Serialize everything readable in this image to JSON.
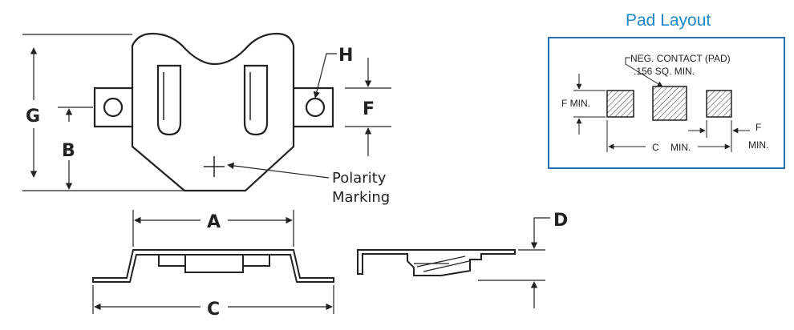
{
  "drawing": {
    "dim_labels": {
      "A": "A",
      "B": "B",
      "C": "C",
      "D": "D",
      "F": "F",
      "G": "G",
      "H": "H"
    },
    "polarity": {
      "line1": "Polarity",
      "line2": "Marking"
    }
  },
  "pad_layout": {
    "title": "Pad Layout",
    "neg_contact_line1": "NEG. CONTACT (PAD)",
    "neg_contact_line2": ".156 SQ. MIN.",
    "f_min_left": "F  MIN.",
    "f_right": "F",
    "f_right_min": "MIN.",
    "c_label": "C",
    "c_min": "MIN.",
    "colors": {
      "title": "#1e88c8",
      "frame": "#2a6fae",
      "ink": "#222222"
    }
  }
}
